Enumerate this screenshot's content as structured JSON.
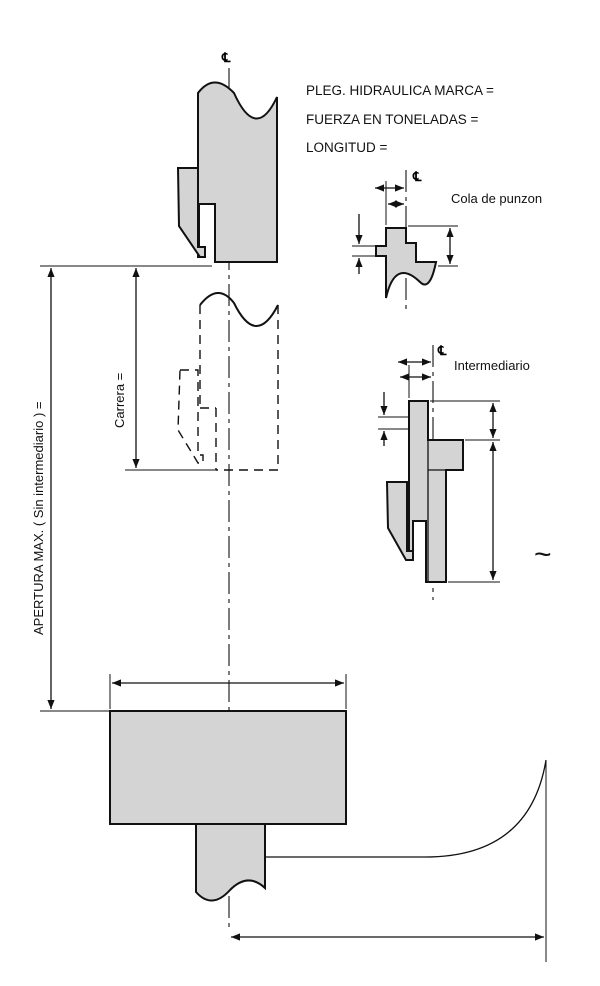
{
  "specs": {
    "brand": "PLEG. HIDRAULICA MARCA =",
    "force": "FUERZA EN TONELADAS =",
    "length": "LONGITUD ="
  },
  "labels": {
    "apertura": "APERTURA MAX. ( Sin intermediario ) =",
    "carrera": "Carrera =",
    "cola": "Cola de punzon",
    "intermediario": "Intermediario",
    "centerline": "℄",
    "tilde": "~"
  },
  "colors": {
    "fill": "#d4d4d4",
    "stroke": "#111111"
  }
}
